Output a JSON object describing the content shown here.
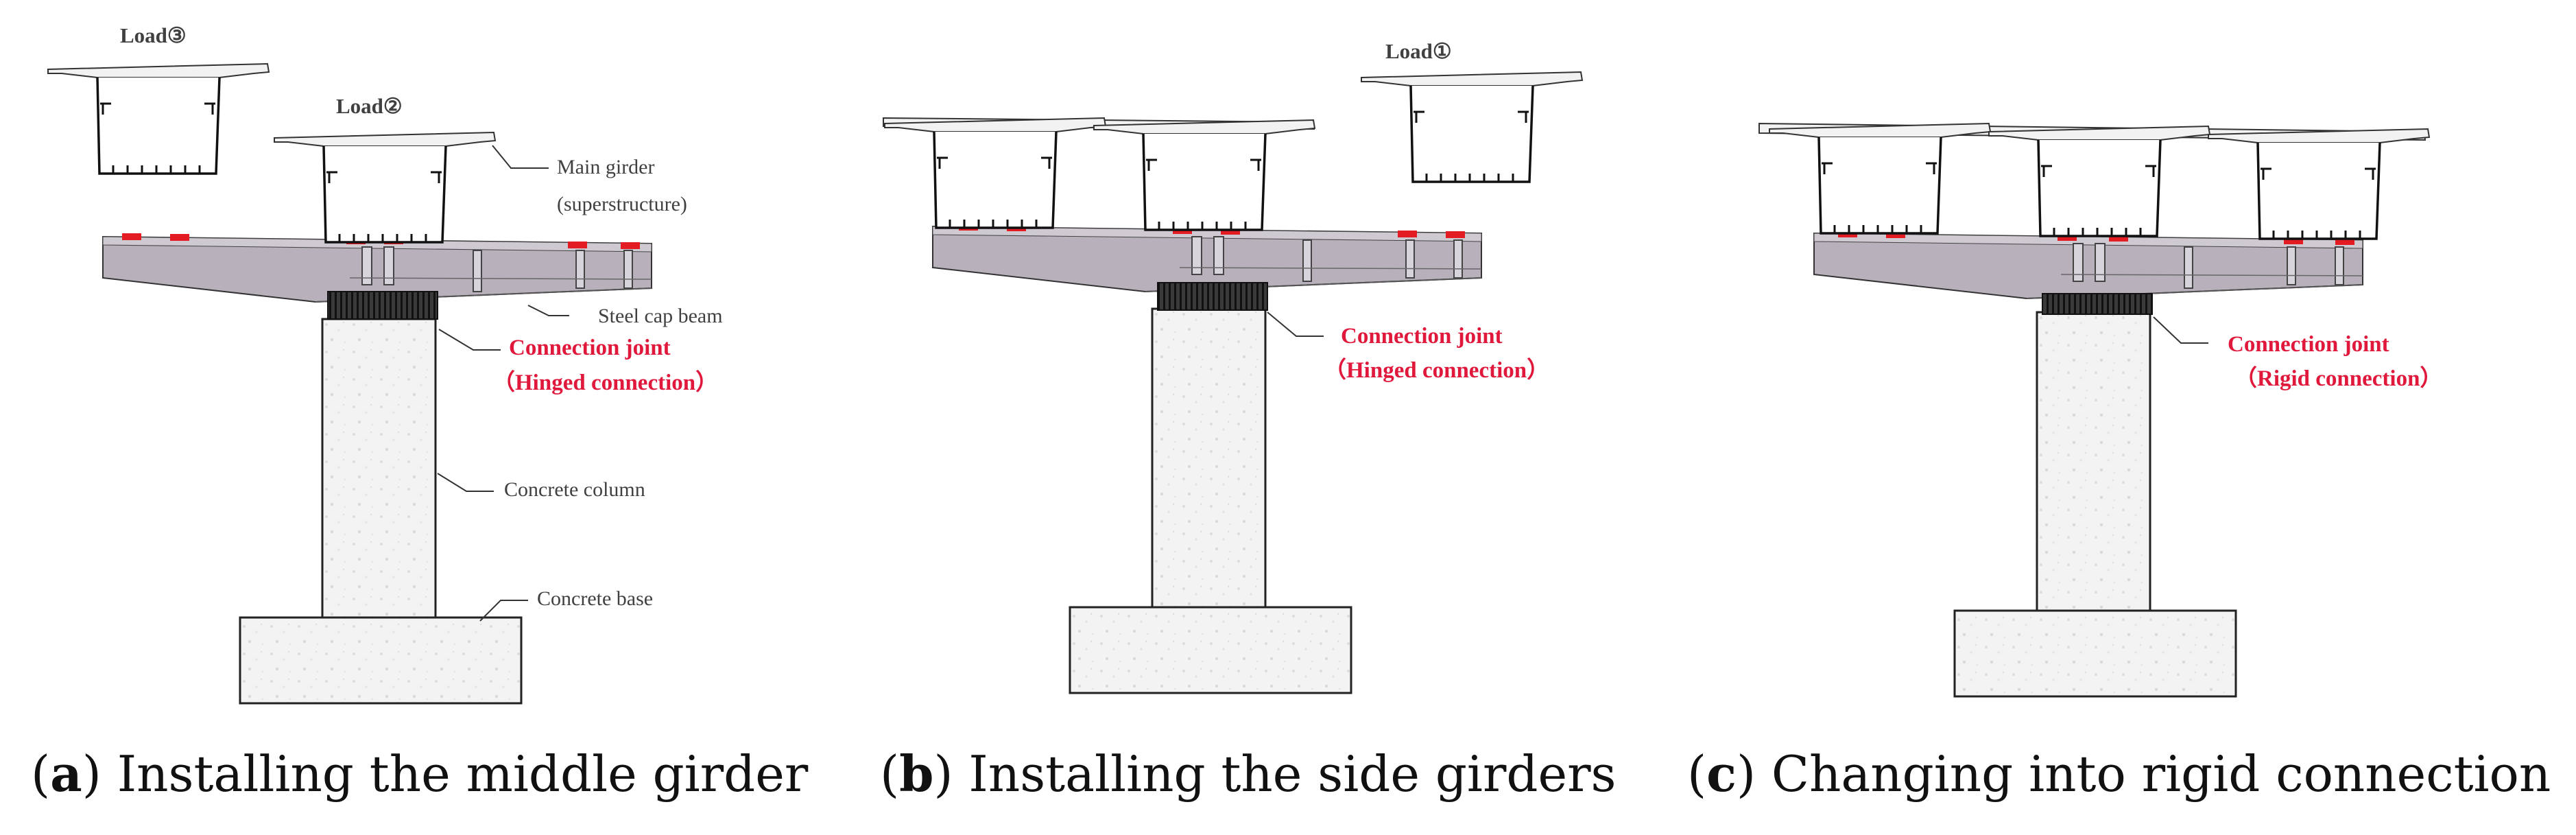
{
  "panels": [
    {
      "letter": "a",
      "caption": "Installing the middle girder",
      "loads": [
        "Load③",
        "Load②"
      ],
      "labels": {
        "main_girder": "Main girder",
        "superstructure": "(superstructure)",
        "steel_cap_beam": "Steel cap beam",
        "connection_joint": "Connection joint",
        "connection_type": "（Hinged connection）",
        "concrete_column": "Concrete column",
        "concrete_base": "Concrete base"
      }
    },
    {
      "letter": "b",
      "caption": "Installing the side girders",
      "loads": [
        "Load①"
      ],
      "labels": {
        "connection_joint": "Connection joint",
        "connection_type": "（Hinged connection）"
      }
    },
    {
      "letter": "c",
      "caption": "Changing into rigid connection",
      "labels": {
        "connection_joint": "Connection joint",
        "connection_type": "（Rigid connection）"
      }
    }
  ],
  "colors": {
    "cap_beam": "#b8b1bc",
    "joint": "#2a2a2a",
    "bearing": "#e31b23",
    "annotation": "#e0193c",
    "concrete": "#f4f4f4"
  }
}
